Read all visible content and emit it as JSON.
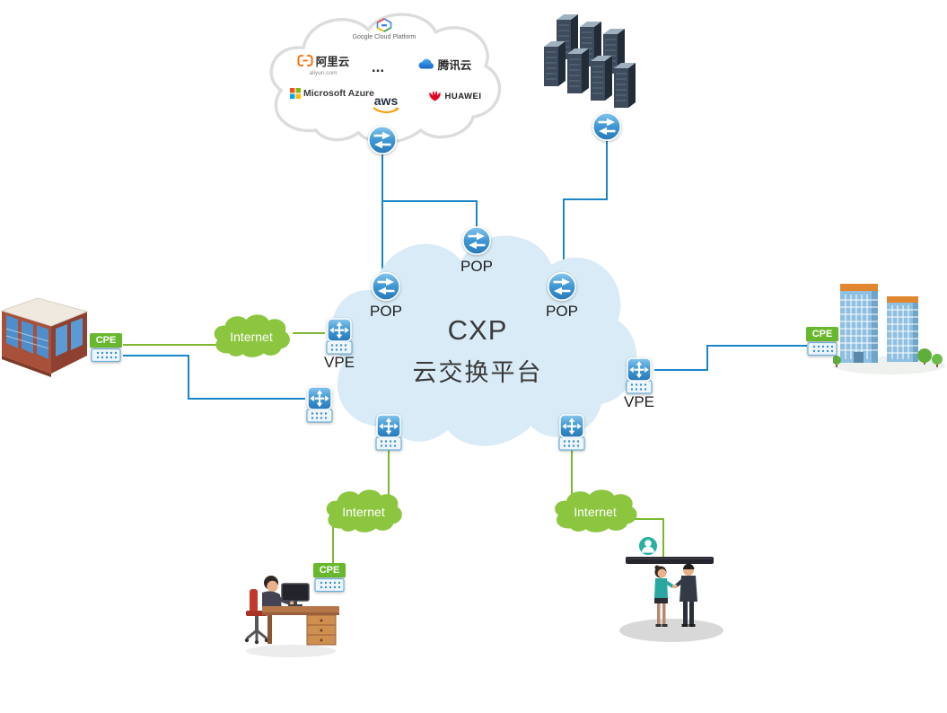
{
  "title": {
    "line1": "CXP",
    "line2": "云交换平台"
  },
  "provider_cloud": {
    "google_cloud": "Google Cloud Platform",
    "alibaba_name": "阿里云",
    "alibaba_domain": "aliyun.com",
    "ellipsis": "...",
    "tencent": "腾讯云",
    "azure": "Microsoft Azure",
    "aws": "aws",
    "huawei": "HUAWEI"
  },
  "labels": {
    "pop": "POP",
    "vpe": "VPE",
    "cpe": "CPE",
    "internet": "Internet"
  },
  "colors": {
    "line_blue": "#1a86c8",
    "line_green": "#7cb82f",
    "cxp_cloud_fill": "#d8ebf7",
    "internet_cloud_fill": "#8cc63f",
    "cpe_tag_green": "#68b82e",
    "icon_blue": "#3f97d3"
  }
}
